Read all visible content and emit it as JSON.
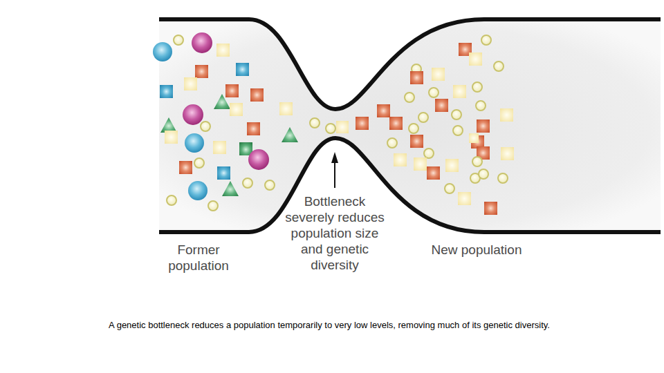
{
  "diagram": {
    "caption": "A genetic bottleneck reduces a population temporarily to very low levels, removing much of its genetic diversity.",
    "labels": [
      "Former population",
      "Bottleneck severely reduces population size and genetic diversity",
      "New population"
    ]
  }
}
